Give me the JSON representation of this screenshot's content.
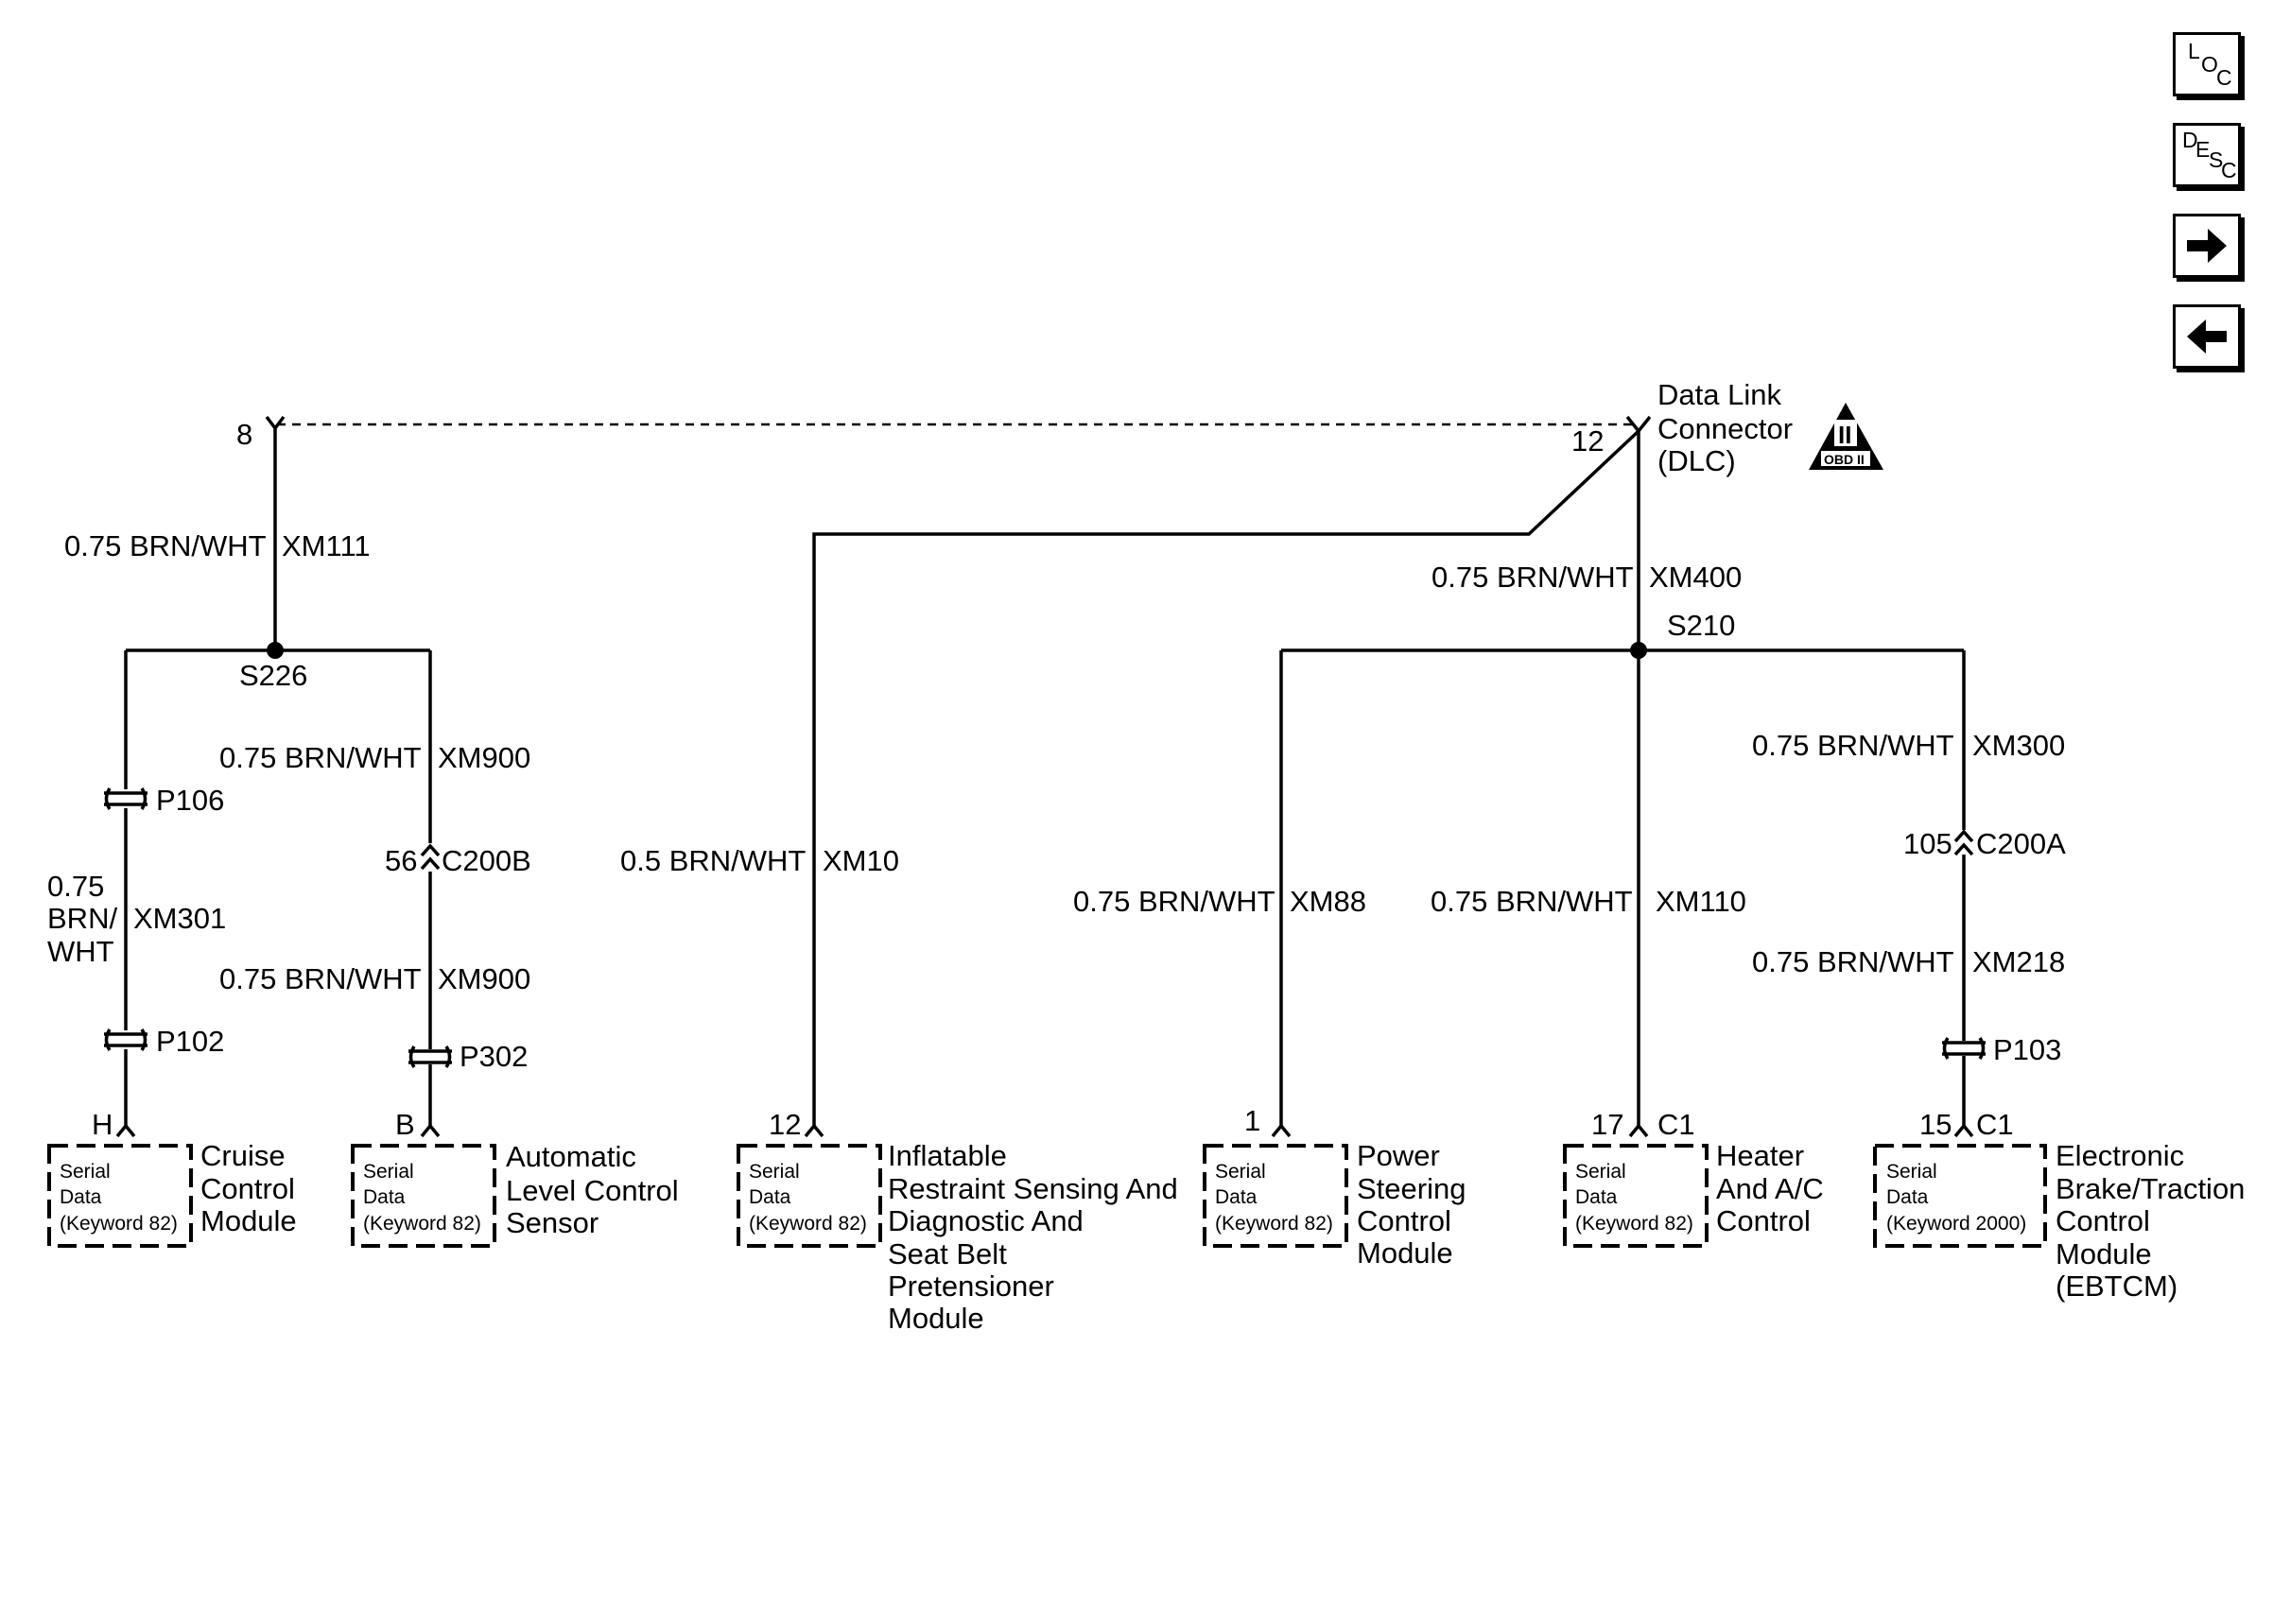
{
  "nav": {
    "loc": {
      "c1": "L",
      "c2": "O",
      "c3": "C"
    },
    "desc": {
      "c1": "D",
      "c2": "E",
      "c3": "S",
      "c4": "C"
    }
  },
  "dlc": {
    "lines": [
      "Data Link",
      "Connector",
      "(DLC)"
    ],
    "pin_left": "8",
    "pin_right": "12",
    "badge_top": "II",
    "badge_bottom": "OBD II"
  },
  "splices": {
    "s226": "S226",
    "s210": "S210"
  },
  "wires": {
    "xm111": {
      "size": "0.75 BRN/WHT",
      "id": "XM111"
    },
    "xm900_top": {
      "size": "0.75 BRN/WHT",
      "id": "XM900"
    },
    "xm900_bottom": {
      "size": "0.75 BRN/WHT",
      "id": "XM900"
    },
    "xm301": {
      "lines": [
        "0.75",
        "BRN/",
        "WHT"
      ],
      "id": "XM301"
    },
    "xm10": {
      "size": "0.5 BRN/WHT",
      "id": "XM10"
    },
    "xm400": {
      "size": "0.75 BRN/WHT",
      "id": "XM400"
    },
    "xm88": {
      "size": "0.75 BRN/WHT",
      "id": "XM88"
    },
    "xm110": {
      "size": "0.75 BRN/WHT",
      "id": "XM110"
    },
    "xm300": {
      "size": "0.75 BRN/WHT",
      "id": "XM300"
    },
    "xm218": {
      "size": "0.75 BRN/WHT",
      "id": "XM218"
    }
  },
  "connectors": {
    "p106": "P106",
    "p102": "P102",
    "p302": "P302",
    "p103": "P103",
    "c200b": {
      "pin": "56",
      "name": "C200B"
    },
    "c200a": {
      "pin": "105",
      "name": "C200A"
    }
  },
  "modules": [
    {
      "pin": "H",
      "serial": [
        "Serial",
        "Data",
        "(Keyword 82)"
      ],
      "name": [
        "Cruise",
        "Control",
        "Module"
      ]
    },
    {
      "pin": "B",
      "serial": [
        "Serial",
        "Data",
        "(Keyword 82)"
      ],
      "name": [
        "Automatic",
        "Level Control",
        "Sensor"
      ]
    },
    {
      "pin": "12",
      "serial": [
        "Serial",
        "Data",
        "(Keyword 82)"
      ],
      "name": [
        "Inflatable",
        "Restraint Sensing And",
        "Diagnostic And",
        "Seat Belt",
        "Pretensioner",
        "Module"
      ]
    },
    {
      "pin": "1",
      "serial": [
        "Serial",
        "Data",
        "(Keyword 82)"
      ],
      "name": [
        "Power",
        "Steering",
        "Control",
        "Module"
      ]
    },
    {
      "pin": "17",
      "conn": "C1",
      "serial": [
        "Serial",
        "Data",
        "(Keyword 82)"
      ],
      "name": [
        "Heater",
        "And A/C",
        "Control"
      ]
    },
    {
      "pin": "15",
      "conn": "C1",
      "serial": [
        "Serial",
        "Data",
        "(Keyword 2000)"
      ],
      "name": [
        "Electronic",
        "Brake/Traction",
        "Control",
        "Module",
        "(EBTCM)"
      ]
    }
  ]
}
